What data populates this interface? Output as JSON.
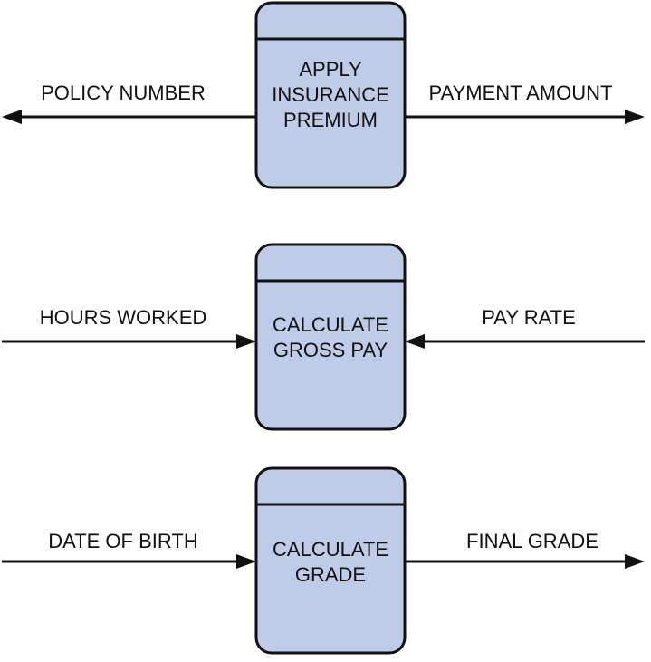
{
  "processes": [
    {
      "name_lines": [
        "APPLY",
        "INSURANCE",
        "PREMIUM"
      ],
      "left_flow": {
        "label": "POLICY NUMBER",
        "direction": "outgoing"
      },
      "right_flow": {
        "label": "PAYMENT AMOUNT",
        "direction": "outgoing"
      }
    },
    {
      "name_lines": [
        "CALCULATE",
        "GROSS PAY"
      ],
      "left_flow": {
        "label": "HOURS WORKED",
        "direction": "incoming"
      },
      "right_flow": {
        "label": "PAY RATE",
        "direction": "incoming"
      }
    },
    {
      "name_lines": [
        "CALCULATE",
        "GRADE"
      ],
      "left_flow": {
        "label": "DATE OF BIRTH",
        "direction": "incoming"
      },
      "right_flow": {
        "label": "FINAL GRADE",
        "direction": "outgoing"
      }
    }
  ],
  "colors": {
    "box_fill": "#bfcce8",
    "stroke": "#111111"
  }
}
